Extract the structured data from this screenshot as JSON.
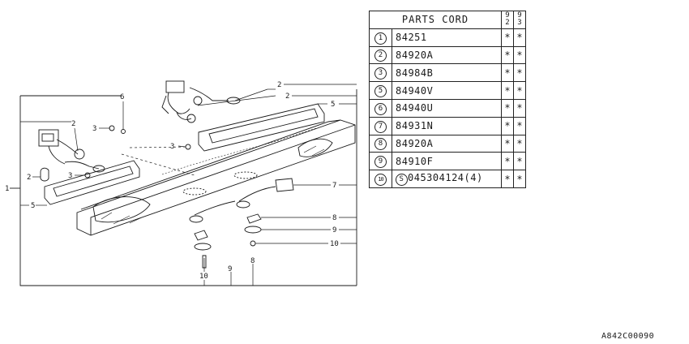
{
  "table": {
    "header_title": "PARTS CORD",
    "year_1": [
      "9",
      "2"
    ],
    "year_2": [
      "9",
      "3"
    ],
    "rows": [
      {
        "num": "1",
        "code": "84251",
        "y1": "*",
        "y2": "*"
      },
      {
        "num": "2",
        "code": "84920A",
        "y1": "*",
        "y2": "*"
      },
      {
        "num": "3",
        "code": "84984B",
        "y1": "*",
        "y2": "*"
      },
      {
        "num": "5",
        "code": "84940V",
        "y1": "*",
        "y2": "*"
      },
      {
        "num": "6",
        "code": "84940U",
        "y1": "*",
        "y2": "*"
      },
      {
        "num": "7",
        "code": "84931N",
        "y1": "*",
        "y2": "*"
      },
      {
        "num": "8",
        "code": "84920A",
        "y1": "*",
        "y2": "*"
      },
      {
        "num": "9",
        "code": "84910F",
        "y1": "*",
        "y2": "*"
      },
      {
        "num": "10",
        "code_prefix": "S",
        "code": "045304124(4)",
        "y1": "*",
        "y2": "*"
      }
    ]
  },
  "callouts": {
    "c1": "1",
    "c2_top_a": "2",
    "c2_top_b": "2",
    "c5_right": "5",
    "c6": "6",
    "c2_left_a": "2",
    "c3_left": "3",
    "c3_mid": "3",
    "c2_left_b": "2",
    "c3_left_b": "3",
    "c5_left": "5",
    "c7": "7",
    "c8_right": "8",
    "c9_right": "9",
    "c10_right": "10",
    "c8_bottom": "8",
    "c9_bottom": "9",
    "c10_bottom": "10"
  },
  "diagram_id": "A842C00090"
}
